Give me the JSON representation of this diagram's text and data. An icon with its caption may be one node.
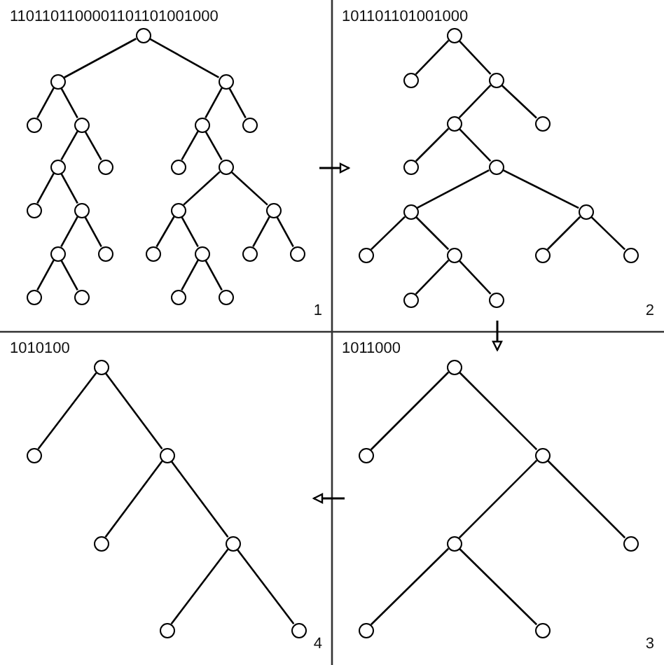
{
  "diagram": {
    "nodes": [
      {
        "text": [],
        "shape": "circle"
      },
      {
        "text": [],
        "shape": "circle"
      },
      {
        "text": [],
        "shape": "circle"
      },
      {
        "text": [],
        "shape": "circle"
      },
      {
        "text": [],
        "shape": "circle"
      },
      {
        "text": [],
        "shape": "circle"
      },
      {
        "text": [],
        "shape": "circle"
      },
      {
        "text": [],
        "shape": "circle"
      },
      {
        "text": [],
        "shape": "circle"
      },
      {
        "text": [],
        "shape": "circle"
      },
      {
        "text": [],
        "shape": "circle"
      },
      {
        "text": [],
        "shape": "circle"
      },
      {
        "text": [],
        "shape": "circle"
      },
      {
        "text": [],
        "shape": "circle"
      },
      {
        "text": [],
        "shape": "circle"
      },
      {
        "text": [],
        "shape": "circle"
      },
      {
        "text": [],
        "shape": "circle"
      },
      {
        "text": [],
        "shape": "circle"
      },
      {
        "text": [],
        "shape": "circle"
      },
      {
        "text": [],
        "shape": "circle"
      },
      {
        "text": [],
        "shape": "circle"
      },
      {
        "text": [],
        "shape": "circle"
      },
      {
        "text": [],
        "shape": "circle"
      },
      {
        "text": [],
        "shape": "circle"
      },
      {
        "text": [],
        "shape": "circle"
      },
      {
        "text": [],
        "shape": "circle"
      },
      {
        "text": [],
        "shape": "circle"
      },
      {
        "text": [],
        "shape": "circle"
      },
      {
        "text": [],
        "shape": "circle"
      },
      {
        "text": [],
        "shape": "circle"
      },
      {
        "text": [],
        "shape": "circle"
      },
      {
        "text": [],
        "shape": "circle"
      },
      {
        "text": [],
        "shape": "circle"
      },
      {
        "text": [],
        "shape": "circle"
      },
      {
        "text": [],
        "shape": "circle"
      },
      {
        "text": [],
        "shape": "circle"
      },
      {
        "text": [],
        "shape": "circle"
      },
      {
        "text": [],
        "shape": "circle"
      },
      {
        "text": [],
        "shape": "circle"
      },
      {
        "text": [],
        "shape": "circle"
      },
      {
        "text": [],
        "shape": "circle"
      },
      {
        "text": [],
        "shape": "circle"
      },
      {
        "text": [],
        "shape": "circle"
      },
      {
        "text": [],
        "shape": "circle"
      },
      {
        "text": [],
        "shape": "circle"
      },
      {
        "text": [],
        "shape": "circle"
      },
      {
        "text": [],
        "shape": "circle"
      },
      {
        "text": [],
        "shape": "circle"
      },
      {
        "text": [],
        "shape": "circle"
      },
      {
        "text": [],
        "shape": "circle"
      },
      {
        "text": [],
        "shape": "circle"
      },
      {
        "text": [],
        "shape": "circle"
      },
      {
        "text": [],
        "shape": "circle"
      },
      {
        "text": [],
        "shape": "circle"
      }
    ],
    "edges": [
      {
        "from": 0,
        "to": 1,
        "arrow": "none"
      },
      {
        "from": 1,
        "to": 2,
        "arrow": "none"
      },
      {
        "from": 1,
        "to": 3,
        "arrow": "none"
      },
      {
        "from": 3,
        "to": 4,
        "arrow": "none"
      },
      {
        "from": 4,
        "to": 5,
        "arrow": "none"
      },
      {
        "from": 4,
        "to": 6,
        "arrow": "none"
      },
      {
        "from": 6,
        "to": 7,
        "arrow": "none"
      },
      {
        "from": 7,
        "to": 8,
        "arrow": "none"
      },
      {
        "from": 7,
        "to": 9,
        "arrow": "none"
      },
      {
        "from": 6,
        "to": 10,
        "arrow": "none"
      },
      {
        "from": 3,
        "to": 11,
        "arrow": "none"
      },
      {
        "from": 0,
        "to": 12,
        "arrow": "none"
      },
      {
        "from": 12,
        "to": 13,
        "arrow": "none"
      },
      {
        "from": 13,
        "to": 14,
        "arrow": "none"
      },
      {
        "from": 13,
        "to": 15,
        "arrow": "none"
      },
      {
        "from": 15,
        "to": 16,
        "arrow": "none"
      },
      {
        "from": 16,
        "to": 17,
        "arrow": "none"
      },
      {
        "from": 16,
        "to": 18,
        "arrow": "none"
      },
      {
        "from": 18,
        "to": 19,
        "arrow": "none"
      },
      {
        "from": 18,
        "to": 20,
        "arrow": "none"
      },
      {
        "from": 15,
        "to": 21,
        "arrow": "none"
      },
      {
        "from": 21,
        "to": 22,
        "arrow": "none"
      },
      {
        "from": 21,
        "to": 23,
        "arrow": "none"
      },
      {
        "from": 12,
        "to": 24,
        "arrow": "none"
      },
      {
        "from": 25,
        "to": 26,
        "arrow": "none"
      },
      {
        "from": 25,
        "to": 27,
        "arrow": "none"
      },
      {
        "from": 27,
        "to": 28,
        "arrow": "none"
      },
      {
        "from": 28,
        "to": 29,
        "arrow": "none"
      },
      {
        "from": 28,
        "to": 30,
        "arrow": "none"
      },
      {
        "from": 30,
        "to": 31,
        "arrow": "none"
      },
      {
        "from": 31,
        "to": 32,
        "arrow": "none"
      },
      {
        "from": 31,
        "to": 33,
        "arrow": "none"
      },
      {
        "from": 33,
        "to": 34,
        "arrow": "none"
      },
      {
        "from": 33,
        "to": 35,
        "arrow": "none"
      },
      {
        "from": 30,
        "to": 36,
        "arrow": "none"
      },
      {
        "from": 36,
        "to": 37,
        "arrow": "none"
      },
      {
        "from": 36,
        "to": 38,
        "arrow": "none"
      },
      {
        "from": 27,
        "to": 39,
        "arrow": "none"
      },
      {
        "from": 40,
        "to": 41,
        "arrow": "none"
      },
      {
        "from": 40,
        "to": 42,
        "arrow": "none"
      },
      {
        "from": 42,
        "to": 43,
        "arrow": "none"
      },
      {
        "from": 42,
        "to": 44,
        "arrow": "none"
      },
      {
        "from": 44,
        "to": 45,
        "arrow": "none"
      },
      {
        "from": 44,
        "to": 46,
        "arrow": "none"
      },
      {
        "from": 47,
        "to": 48,
        "arrow": "none"
      },
      {
        "from": 47,
        "to": 49,
        "arrow": "none"
      },
      {
        "from": 49,
        "to": 50,
        "arrow": "none"
      },
      {
        "from": 50,
        "to": 51,
        "arrow": "none"
      },
      {
        "from": 50,
        "to": 52,
        "arrow": "none"
      },
      {
        "from": 49,
        "to": 53,
        "arrow": "none"
      }
    ],
    "labels": [
      "1101101100001101101001000",
      "101101101001000",
      "1",
      "2",
      "1010100",
      "1011000",
      "4",
      "3"
    ]
  }
}
